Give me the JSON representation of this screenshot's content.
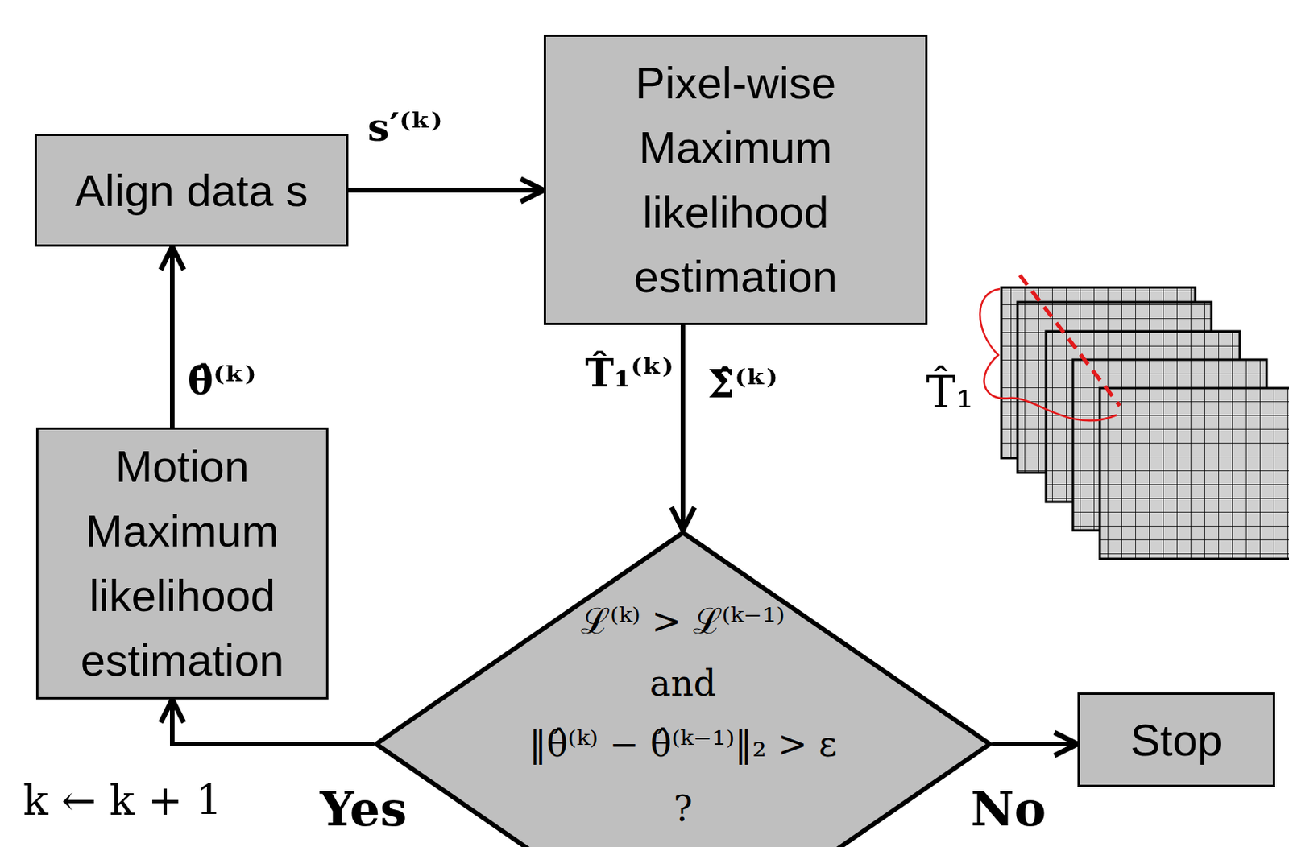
{
  "diagram": {
    "nodes": [
      {
        "text": [
          "Align data s"
        ]
      },
      {
        "text": [
          "Pixel-wise Maximum likelihood estimation"
        ]
      },
      {
        "text": [
          "ℒ⁽ᵏ⁾ > ℒ⁽ᵏ⁻¹⁾",
          "and",
          "‖θ̂⁽ᵏ⁾ − θ̂⁽ᵏ⁻¹⁾‖₂ > ε",
          "?"
        ]
      },
      {
        "text": [
          "Motion Maximum likelihood estimation"
        ]
      },
      {
        "text": [
          "Stop"
        ]
      }
    ],
    "edges": [
      {
        "from": 0,
        "to": 1,
        "arrow": "to",
        "label": "s′⁽ᵏ⁾"
      },
      {
        "from": 1,
        "to": 2,
        "arrow": "to",
        "label": "T̂₁⁽ᵏ⁾"
      },
      {
        "from": 2,
        "to": 3,
        "arrow": "to",
        "label": "Yes"
      },
      {
        "from": 3,
        "to": 0,
        "arrow": "to",
        "label": "θ̂⁽ᵏ⁾"
      },
      {
        "from": 2,
        "to": 4,
        "arrow": "to",
        "label": "No"
      }
    ],
    "labels": [
      "Σ̂⁽ᵏ⁾",
      "k ← k + 1",
      "T̂₁"
    ]
  }
}
